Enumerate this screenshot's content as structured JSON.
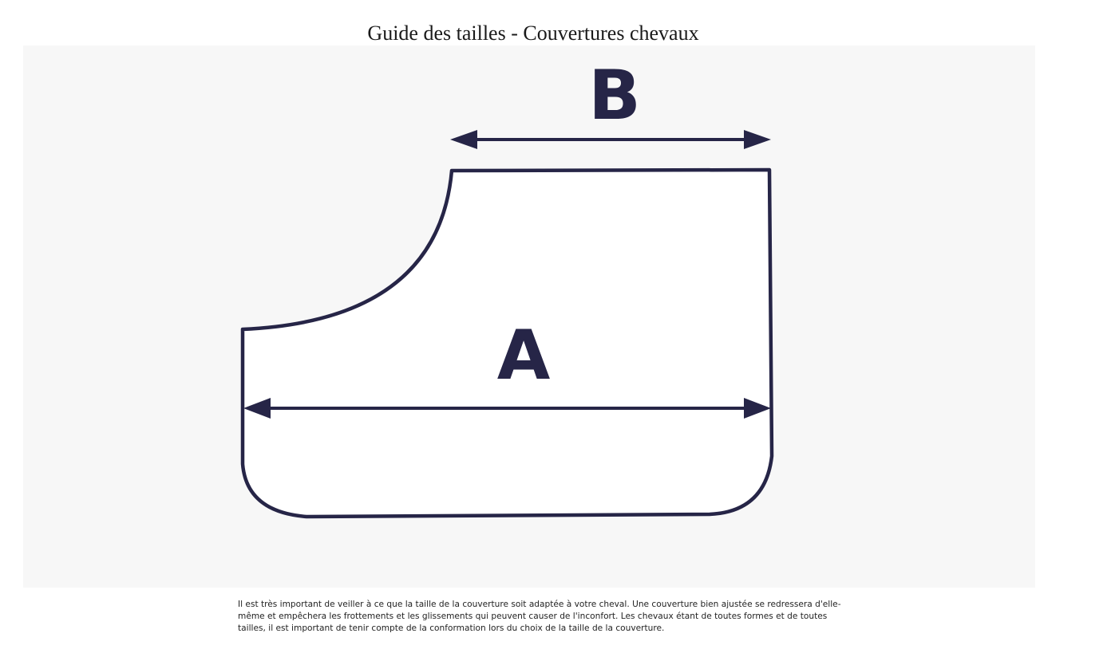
{
  "page": {
    "title": "Guide des tailles - Couvertures chevaux"
  },
  "diagram": {
    "label_a": "A",
    "label_b": "B",
    "stroke_color": "#262547",
    "panel_color": "#f7f7f7"
  },
  "description": {
    "text": "Il est très important de veiller à ce que la taille de la couverture soit adaptée à votre cheval. Une couverture bien ajustée se redressera d'elle-même et empêchera les frottements et les glissements qui peuvent causer de l'inconfort. Les chevaux étant de toutes formes et de toutes tailles, il est important de tenir compte de la conformation lors du choix de la taille de la couverture."
  }
}
